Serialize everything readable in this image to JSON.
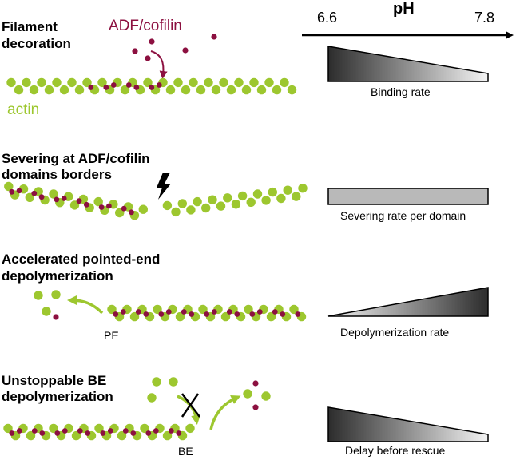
{
  "palette": {
    "actin": "#9dc72f",
    "cofilin": "#8c1040",
    "text": "#000000",
    "wedge_dark": "#2c2c2c",
    "wedge_light": "#f4f4f4",
    "bar_gray": "#b9b9b9"
  },
  "ph_axis": {
    "label": "pH",
    "min": "6.6",
    "max": "7.8"
  },
  "panels": [
    {
      "title": [
        "Filament",
        "decoration"
      ],
      "agent_label": "ADF/cofilin",
      "actin_label": "actin",
      "indicator": {
        "label": "Binding rate",
        "shape": "decreasing-wedge"
      }
    },
    {
      "title": [
        "Severing at ADF/cofilin",
        "domains borders"
      ],
      "icon": "lightning-icon",
      "indicator": {
        "label": "Severing rate per domain",
        "shape": "flat-bar"
      }
    },
    {
      "title": [
        "Accelerated pointed-end",
        "depolymerization"
      ],
      "end_label": "PE",
      "indicator": {
        "label": "Depolymerization rate",
        "shape": "increasing-wedge"
      }
    },
    {
      "title": [
        "Unstoppable BE",
        "depolymerization"
      ],
      "end_label": "BE",
      "indicator": {
        "label": "Delay before rescue",
        "shape": "decreasing-wedge"
      }
    }
  ]
}
